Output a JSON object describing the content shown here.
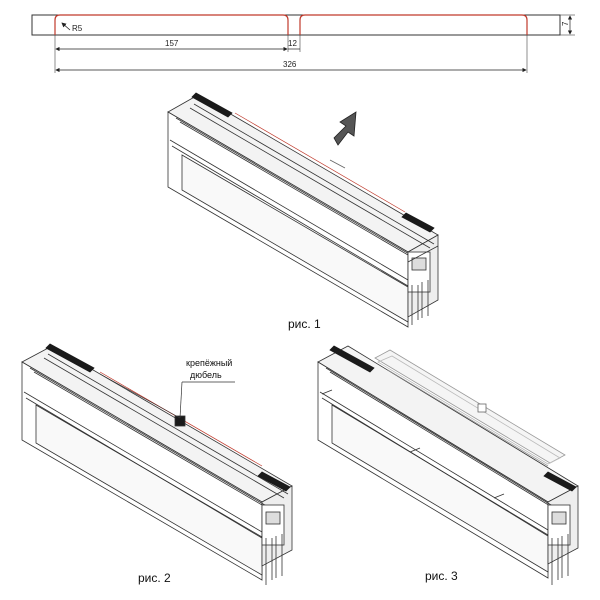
{
  "drawing": {
    "radius_label": "R5",
    "dim_segment_a": "157",
    "dim_gap": "12",
    "dim_total": "326",
    "dim_height": "7"
  },
  "figures": {
    "fig1_caption": "рис. 1",
    "fig2_caption": "рис. 2",
    "fig3_caption": "рис. 3",
    "fig2_callout_line1": "крепёжный",
    "fig2_callout_line2": "дюбель"
  },
  "colors": {
    "cut_line": "#c0392b",
    "outline": "#333333",
    "seal": "#1a1a1a"
  }
}
